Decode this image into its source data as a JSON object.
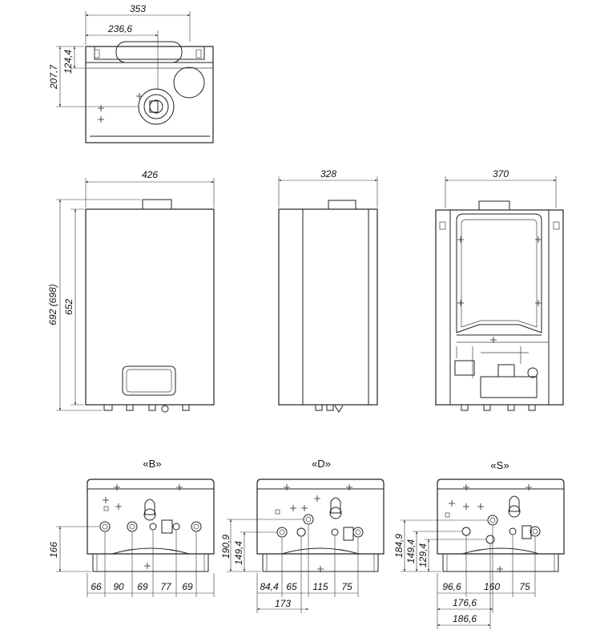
{
  "top_view": {
    "dims": {
      "width": "353",
      "flue_x": "236,6",
      "depth": "207,7",
      "flue_y": "124,4"
    }
  },
  "front_view": {
    "dims": {
      "width": "426",
      "height_total": "692 (698)",
      "height_body": "652"
    }
  },
  "side_view": {
    "dims": {
      "depth": "328"
    }
  },
  "open_view": {
    "dims": {
      "width": "370"
    }
  },
  "bottom_views": [
    {
      "label": "«B»",
      "vdims": [
        "166"
      ],
      "hdims": [
        "66",
        "90",
        "69",
        "77",
        "69"
      ]
    },
    {
      "label": "«D»",
      "vdims": [
        "190,9",
        "149,4"
      ],
      "hdims": [
        "84,4",
        "65",
        "115",
        "75"
      ],
      "total": "173"
    },
    {
      "label": "«S»",
      "vdims": [
        "184,9",
        "149,4",
        "129,4"
      ],
      "hdims": [
        "96,6",
        "160",
        "75"
      ],
      "totals": [
        "176,6",
        "186,6"
      ]
    }
  ]
}
